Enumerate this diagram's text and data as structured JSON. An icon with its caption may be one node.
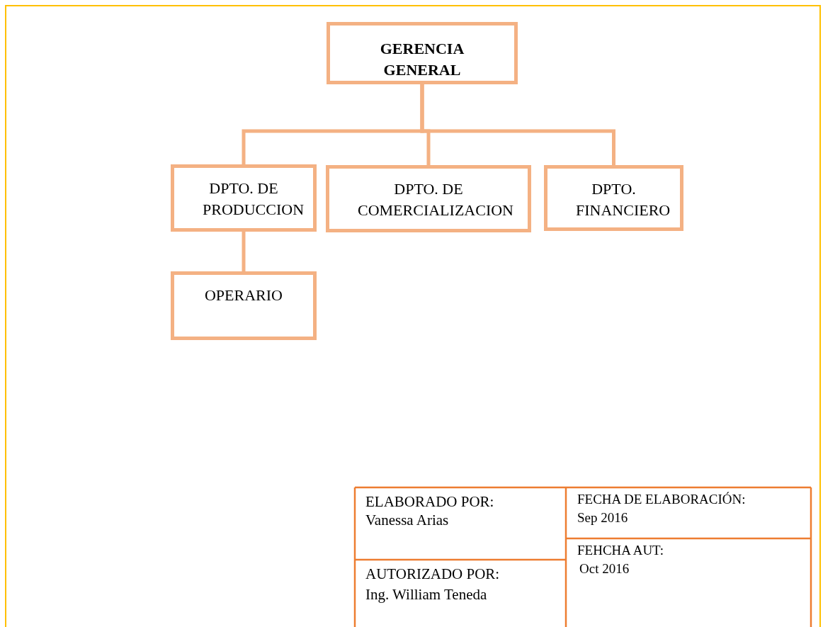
{
  "diagram": {
    "nodes": [
      {
        "text": [
          "GERENCIA GENERAL"
        ]
      },
      {
        "text": [
          "DPTO. DE PRODUCCION"
        ]
      },
      {
        "text": [
          "DPTO. DE COMERCIALIZACION"
        ]
      },
      {
        "text": [
          "DPTO. FINANCIERO"
        ]
      },
      {
        "text": [
          "OPERARIO"
        ]
      }
    ],
    "edges": [
      {
        "from": 0,
        "to": 1,
        "arrow": "none"
      },
      {
        "from": 0,
        "to": 2,
        "arrow": "none"
      },
      {
        "from": 0,
        "to": 3,
        "arrow": "none"
      },
      {
        "from": 1,
        "to": 4,
        "arrow": "none"
      }
    ],
    "labels": [
      "ELABORADO POR:",
      "Vanessa Arias",
      "FECHA DE ELABORACIÓN:",
      "Sep 2016",
      "FEHCHA AUT:",
      "Oct 2016",
      "AUTORIZADO POR:",
      "Ing. William Teneda"
    ]
  }
}
